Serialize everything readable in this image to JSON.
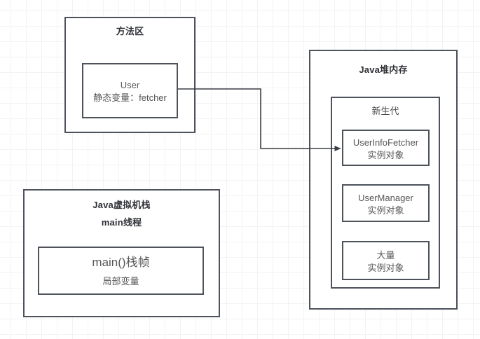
{
  "diagram": {
    "background": "#ffffff",
    "grid_color": "#f0f0f0",
    "stroke_color": "#4d525b",
    "text_color": "#575757",
    "method_area": {
      "title": "方法区",
      "user_class": {
        "name": "User",
        "static_field": "静态变量：fetcher"
      }
    },
    "jvm_stack": {
      "title": "Java虚拟机栈",
      "subtitle": "main线程",
      "frame": {
        "name": "main()栈帧",
        "detail": "局部变量"
      }
    },
    "heap": {
      "title": "Java堆内存",
      "young_gen": {
        "title": "新生代",
        "objects": [
          {
            "name": "UserInfoFetcher",
            "kind": "实例对象"
          },
          {
            "name": "UserManager",
            "kind": "实例对象"
          },
          {
            "name": "大量",
            "kind": "实例对象"
          }
        ]
      }
    },
    "connector": {
      "label": "",
      "from": "User 静态变量 fetcher",
      "to": "UserInfoFetcher 实例对象"
    }
  }
}
